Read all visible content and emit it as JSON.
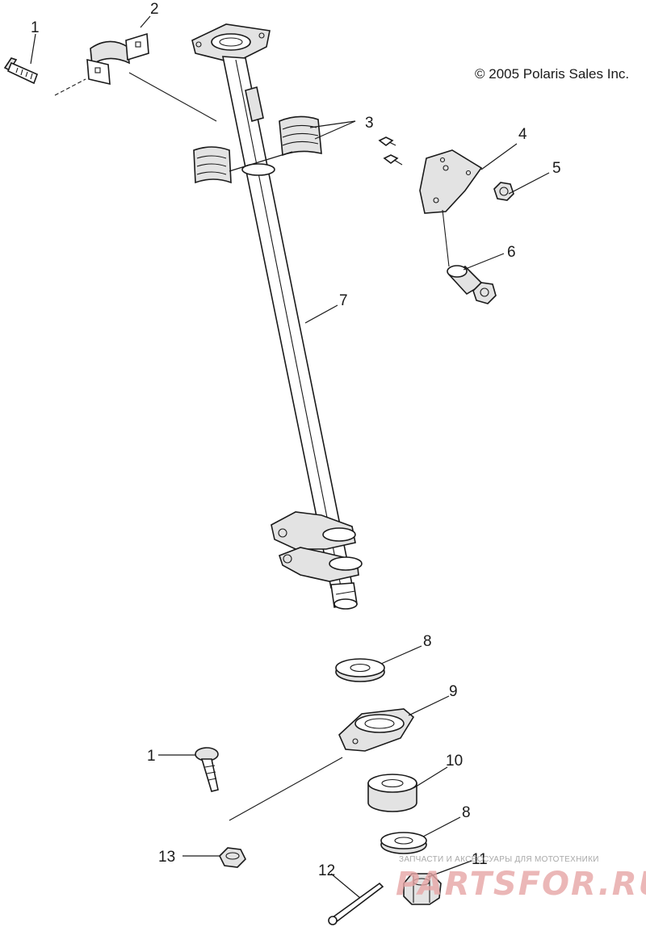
{
  "copyright": "© 2005 Polaris Sales Inc.",
  "callouts": {
    "c1_top": "1",
    "c2": "2",
    "c3": "3",
    "c4": "4",
    "c5": "5",
    "c6": "6",
    "c7": "7",
    "c8_top": "8",
    "c9": "9",
    "c10": "10",
    "c1_bottom": "1",
    "c8_bottom": "8",
    "c11": "11",
    "c12": "12",
    "c13": "13"
  },
  "watermark": {
    "tagline": "ЗАПЧАСТИ И АКСЕССУАРЫ ДЛЯ МОТОТЕХНИКИ",
    "logo": "PARTSFOR.RU"
  }
}
